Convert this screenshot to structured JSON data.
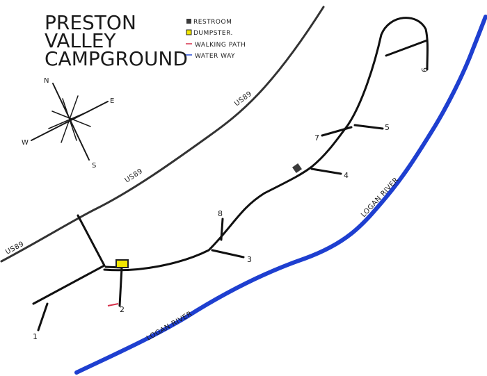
{
  "title": [
    "PRESTON",
    "VALLEY",
    "CAMPGROUND"
  ],
  "legend": [
    {
      "label": "RESTROOM",
      "symbol": "square",
      "color": "#3a3a3a"
    },
    {
      "label": "DUMPSTER.",
      "symbol": "square",
      "color": "#f2e600"
    },
    {
      "label": "WALKING PATH",
      "symbol": "line",
      "color": "#d6304a"
    },
    {
      "label": "WATER WAY",
      "symbol": "line",
      "color": "#2b4fd6"
    }
  ],
  "compass": {
    "n": "N",
    "e": "E",
    "s": "S",
    "w": "W"
  },
  "highway": {
    "labels": [
      "US89",
      "US89",
      "US89"
    ],
    "color": "#333333"
  },
  "river": {
    "labels": [
      "LOGAN RIVER",
      "LOGAN RIVER"
    ],
    "color": "#1e3fd0"
  },
  "sites": [
    "1",
    "2",
    "3",
    "4",
    "5",
    "6",
    "7",
    "8"
  ],
  "colors": {
    "road": "#111111",
    "restroom": "#3a3a3a",
    "dumpster": "#f2e600",
    "walking_path": "#d6304a",
    "water": "#1e3fd0"
  }
}
